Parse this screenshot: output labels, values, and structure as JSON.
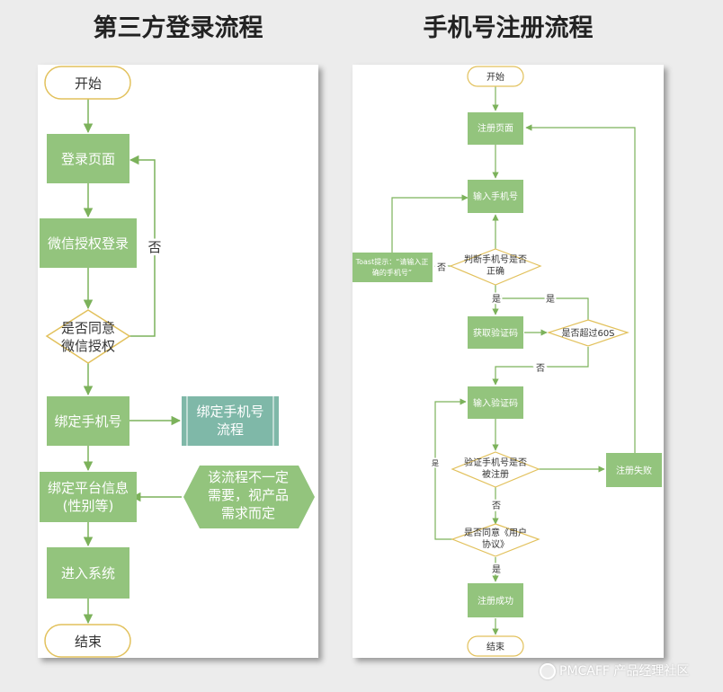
{
  "titles": {
    "left": "第三方登录流程",
    "right": "手机号注册流程"
  },
  "colors": {
    "green_fill": "#93c47d",
    "green_line": "#7cb25b",
    "teal_fill": "#7fb8a8",
    "yellow_border": "#e2c15c",
    "text_white": "#ffffff",
    "text_dark": "#333333"
  },
  "left_flow": {
    "start": "开始",
    "login_page": "登录页面",
    "wechat_auth_login": "微信授权登录",
    "agree_q_line1": "是否同意",
    "agree_q_line2": "微信授权",
    "no_label": "否",
    "bind_phone": "绑定手机号",
    "bind_phone_flow_line1": "绑定手机号",
    "bind_phone_flow_line2": "流程",
    "bind_platform_line1": "绑定平台信息",
    "bind_platform_line2": "(性别等)",
    "note_line1": "该流程不一定",
    "note_line2": "需要，视产品",
    "note_line3": "需求而定",
    "enter_system": "进入系统",
    "end": "结束"
  },
  "right_flow": {
    "start": "开始",
    "register_page": "注册页面",
    "input_phone": "输入手机号",
    "check_phone_line1": "判断手机号是否",
    "check_phone_line2": "正确",
    "toast_line1": "Toast提示：“请输入正",
    "toast_line2": "确的手机号”",
    "no_1": "否",
    "yes_1": "是",
    "yes_2": "是",
    "get_code": "获取验证码",
    "over_60s": "是否超过60S",
    "no_2": "否",
    "input_code": "输入验证码",
    "verify_line1": "验证手机号是否",
    "verify_line2": "被注册",
    "yes_3": "是",
    "no_3": "否",
    "register_fail": "注册失败",
    "agree_line1": "是否同意《用户",
    "agree_line2": "协议》",
    "yes_4": "是",
    "register_success": "注册成功",
    "end": "结束"
  },
  "watermark": "PMCAFF 产品经理社区"
}
